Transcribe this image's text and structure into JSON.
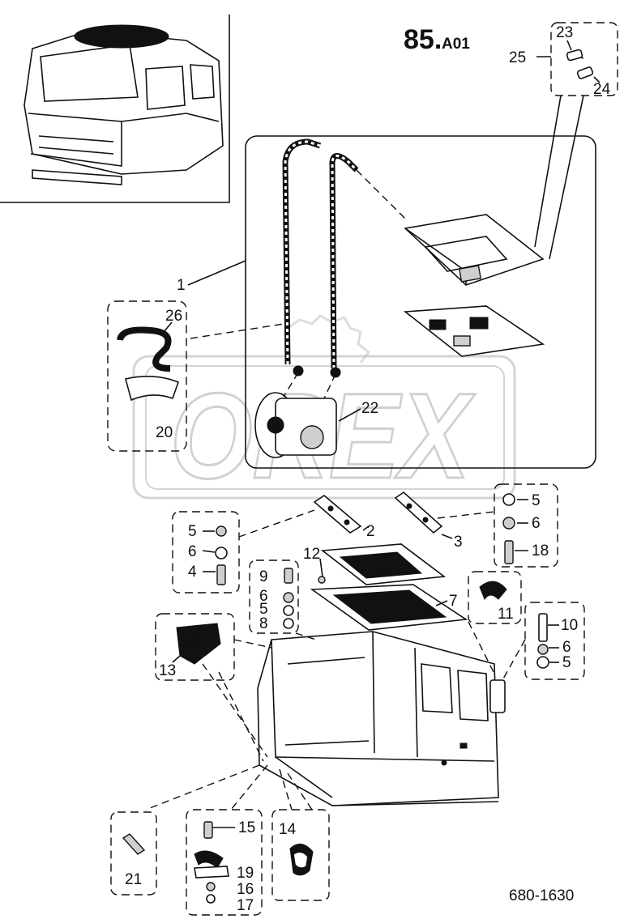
{
  "header": {
    "page_number": "85.",
    "page_suffix": "A01"
  },
  "document_number": "680-1630",
  "watermark": {
    "text": "OREX"
  },
  "callouts": {
    "c1": "1",
    "c2": "2",
    "c3": "3",
    "c4": "4",
    "c5a": "5",
    "c5b": "5",
    "c5c": "5",
    "c5d": "5",
    "c6a": "6",
    "c6b": "6",
    "c6c": "6",
    "c6d": "6",
    "c7": "7",
    "c8": "8",
    "c9": "9",
    "c10": "10",
    "c11": "11",
    "c12": "12",
    "c13": "13",
    "c14": "14",
    "c15": "15",
    "c16": "16",
    "c17": "17",
    "c18": "18",
    "c19": "19",
    "c20": "20",
    "c21": "21",
    "c22": "22",
    "c23": "23",
    "c24": "24",
    "c25": "25",
    "c26": "26"
  }
}
